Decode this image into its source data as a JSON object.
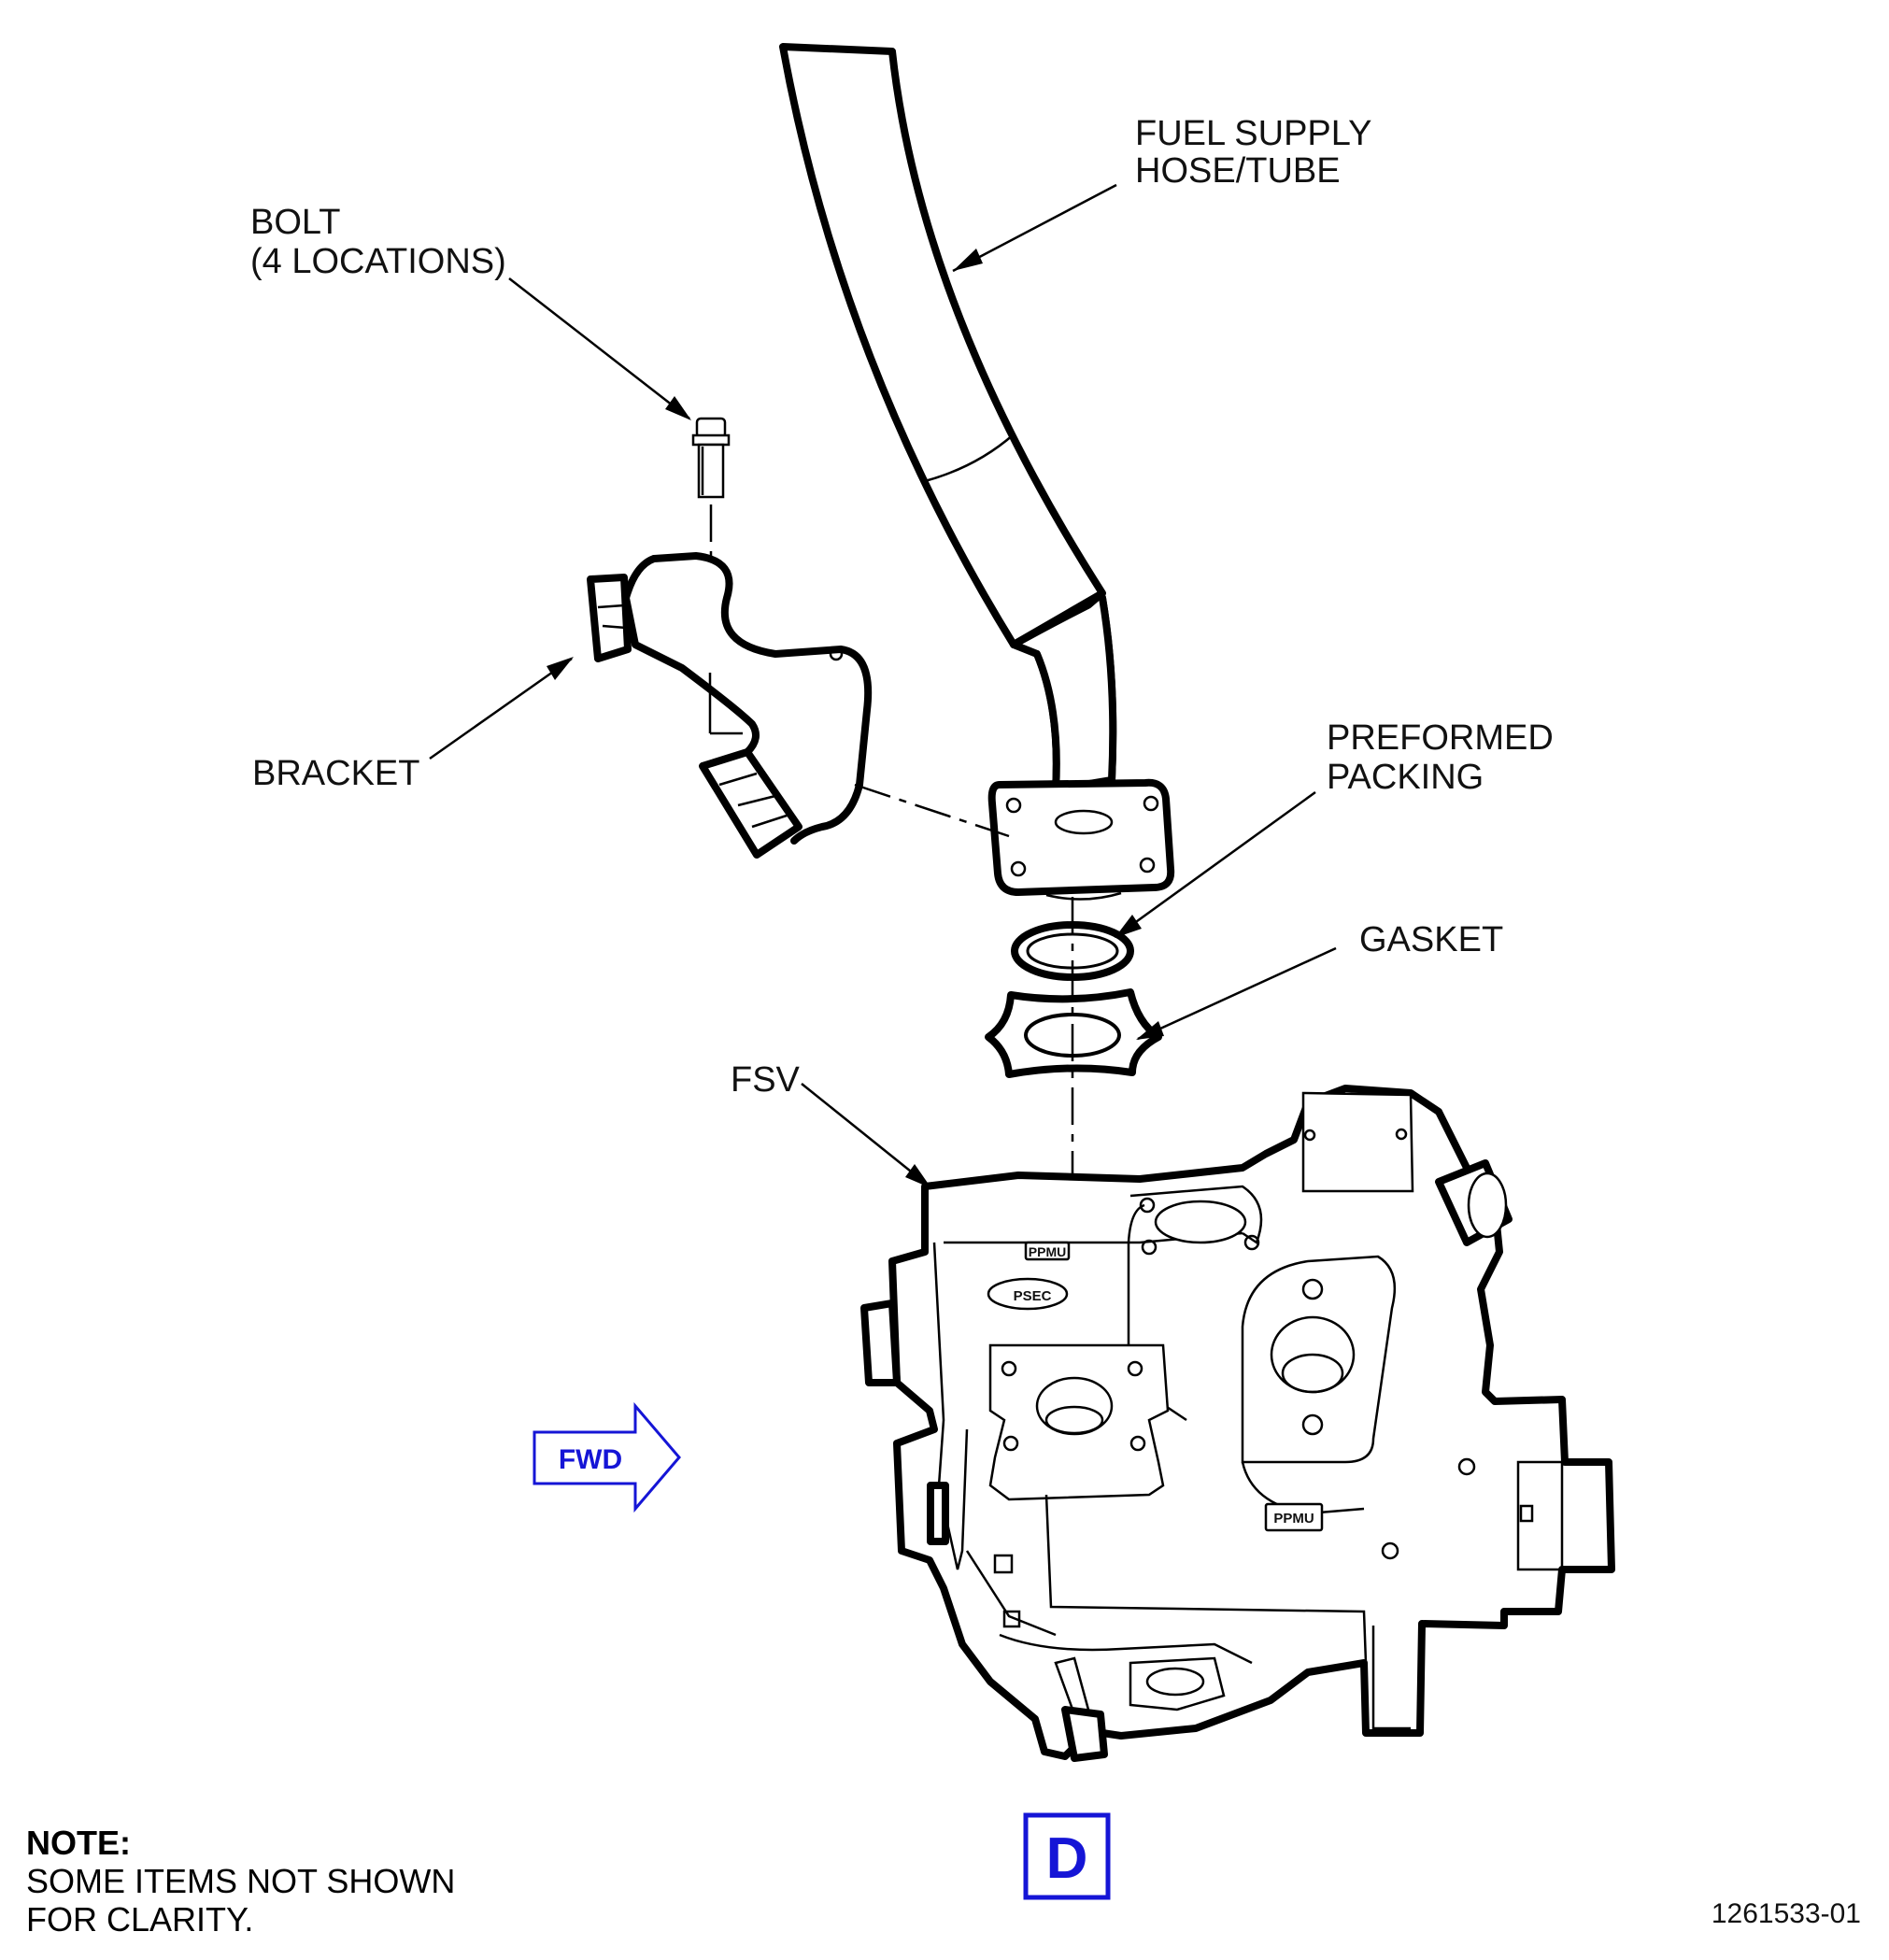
{
  "labels": {
    "fuel_supply_line1": "FUEL SUPPLY",
    "fuel_supply_line2": "HOSE/TUBE",
    "bolt_line1": "BOLT",
    "bolt_line2": "(4 LOCATIONS)",
    "bracket": "BRACKET",
    "preformed_line1": "PREFORMED",
    "preformed_line2": "PACKING",
    "gasket": "GASKET",
    "fsv": "FSV"
  },
  "part_markings": {
    "ppmu_top": "PPMU",
    "psec": "PSEC",
    "ppmu_side": "PPMU"
  },
  "direction_arrow": {
    "label": "FWD",
    "color": "#1515d6"
  },
  "view_label": {
    "text": "D",
    "color": "#1515d6"
  },
  "note": {
    "title": "NOTE:",
    "line1": "SOME ITEMS NOT SHOWN",
    "line2": "FOR CLARITY."
  },
  "figure_number": "1261533-01"
}
